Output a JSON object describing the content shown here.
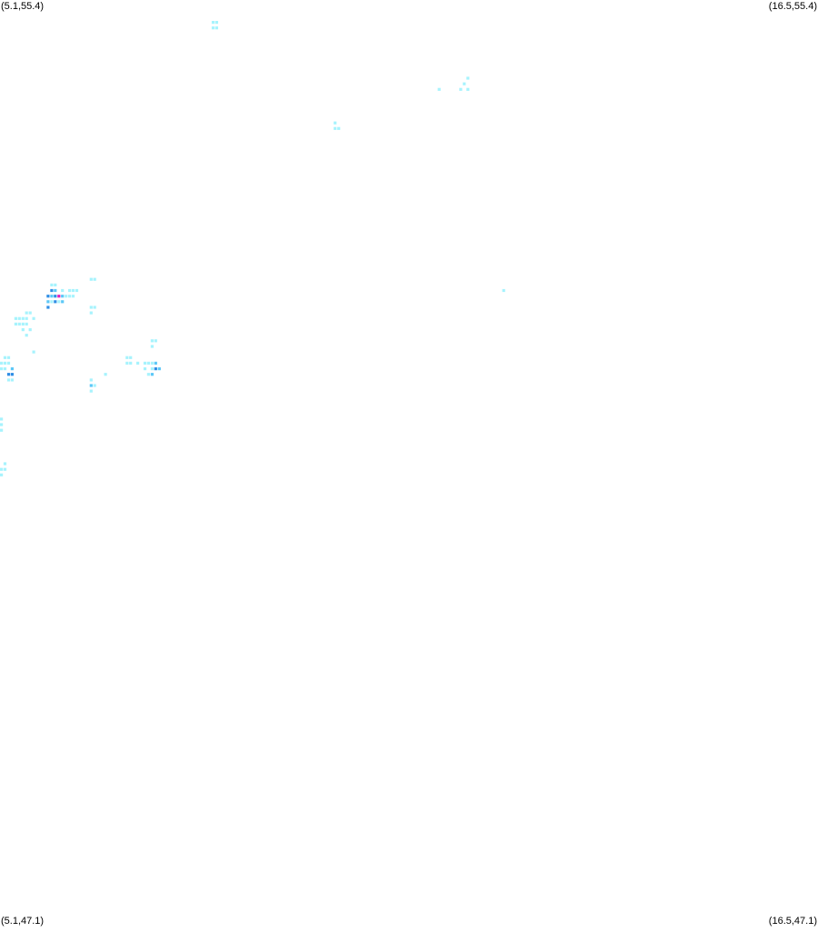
{
  "corners": {
    "top_left": "(5.1,55.4)",
    "top_right": "(16.5,55.4)",
    "bottom_left": "(5.1,47.1)",
    "bottom_right": "(16.5,47.1)"
  },
  "bounds": {
    "lon_min": 5.1,
    "lon_max": 16.5,
    "lat_min": 47.1,
    "lat_max": 55.4
  },
  "cell_deg": 0.05,
  "colors": {
    "low": "#a7f3fd",
    "mid": "#5cc8f7",
    "high": "#2f8ee5",
    "peak": "#e020c0"
  },
  "cells": [
    {
      "lon": 8.05,
      "lat": 55.2,
      "level": "low"
    },
    {
      "lon": 8.1,
      "lat": 55.2,
      "level": "low"
    },
    {
      "lon": 8.05,
      "lat": 55.15,
      "level": "low"
    },
    {
      "lon": 8.1,
      "lat": 55.15,
      "level": "low"
    },
    {
      "lon": 11.6,
      "lat": 54.7,
      "level": "low"
    },
    {
      "lon": 11.55,
      "lat": 54.65,
      "level": "low"
    },
    {
      "lon": 11.6,
      "lat": 54.6,
      "level": "low"
    },
    {
      "lon": 11.5,
      "lat": 54.6,
      "level": "low"
    },
    {
      "lon": 11.2,
      "lat": 54.6,
      "level": "low"
    },
    {
      "lon": 9.75,
      "lat": 54.3,
      "level": "low"
    },
    {
      "lon": 9.75,
      "lat": 54.25,
      "level": "low"
    },
    {
      "lon": 9.8,
      "lat": 54.25,
      "level": "low"
    },
    {
      "lon": 12.1,
      "lat": 52.8,
      "level": "low"
    },
    {
      "lon": 5.8,
      "lat": 52.85,
      "level": "low"
    },
    {
      "lon": 5.85,
      "lat": 52.85,
      "level": "low"
    },
    {
      "lon": 5.8,
      "lat": 52.8,
      "level": "high"
    },
    {
      "lon": 5.85,
      "lat": 52.8,
      "level": "mid"
    },
    {
      "lon": 5.95,
      "lat": 52.8,
      "level": "low"
    },
    {
      "lon": 6.35,
      "lat": 52.9,
      "level": "low"
    },
    {
      "lon": 6.4,
      "lat": 52.9,
      "level": "low"
    },
    {
      "lon": 6.05,
      "lat": 52.8,
      "level": "low"
    },
    {
      "lon": 6.1,
      "lat": 52.8,
      "level": "low"
    },
    {
      "lon": 6.15,
      "lat": 52.8,
      "level": "low"
    },
    {
      "lon": 6.0,
      "lat": 52.75,
      "level": "low"
    },
    {
      "lon": 6.05,
      "lat": 52.75,
      "level": "low"
    },
    {
      "lon": 6.1,
      "lat": 52.75,
      "level": "low"
    },
    {
      "lon": 5.75,
      "lat": 52.75,
      "level": "high"
    },
    {
      "lon": 5.8,
      "lat": 52.75,
      "level": "mid"
    },
    {
      "lon": 5.85,
      "lat": 52.75,
      "level": "high"
    },
    {
      "lon": 5.9,
      "lat": 52.75,
      "level": "peak"
    },
    {
      "lon": 5.95,
      "lat": 52.75,
      "level": "mid"
    },
    {
      "lon": 5.75,
      "lat": 52.7,
      "level": "mid"
    },
    {
      "lon": 5.8,
      "lat": 52.7,
      "level": "low"
    },
    {
      "lon": 5.85,
      "lat": 52.7,
      "level": "high"
    },
    {
      "lon": 5.9,
      "lat": 52.7,
      "level": "low"
    },
    {
      "lon": 5.95,
      "lat": 52.7,
      "level": "mid"
    },
    {
      "lon": 5.75,
      "lat": 52.65,
      "level": "high"
    },
    {
      "lon": 6.35,
      "lat": 52.65,
      "level": "low"
    },
    {
      "lon": 6.4,
      "lat": 52.65,
      "level": "low"
    },
    {
      "lon": 6.35,
      "lat": 52.6,
      "level": "low"
    },
    {
      "lon": 5.45,
      "lat": 52.6,
      "level": "low"
    },
    {
      "lon": 5.5,
      "lat": 52.6,
      "level": "low"
    },
    {
      "lon": 5.3,
      "lat": 52.55,
      "level": "low"
    },
    {
      "lon": 5.35,
      "lat": 52.55,
      "level": "low"
    },
    {
      "lon": 5.4,
      "lat": 52.55,
      "level": "low"
    },
    {
      "lon": 5.45,
      "lat": 52.55,
      "level": "low"
    },
    {
      "lon": 5.55,
      "lat": 52.55,
      "level": "low"
    },
    {
      "lon": 5.3,
      "lat": 52.5,
      "level": "low"
    },
    {
      "lon": 5.35,
      "lat": 52.5,
      "level": "low"
    },
    {
      "lon": 5.4,
      "lat": 52.5,
      "level": "low"
    },
    {
      "lon": 5.45,
      "lat": 52.5,
      "level": "low"
    },
    {
      "lon": 5.4,
      "lat": 52.45,
      "level": "low"
    },
    {
      "lon": 5.5,
      "lat": 52.45,
      "level": "low"
    },
    {
      "lon": 5.45,
      "lat": 52.4,
      "level": "low"
    },
    {
      "lon": 7.2,
      "lat": 52.35,
      "level": "low"
    },
    {
      "lon": 7.25,
      "lat": 52.35,
      "level": "low"
    },
    {
      "lon": 7.2,
      "lat": 52.3,
      "level": "low"
    },
    {
      "lon": 5.55,
      "lat": 52.25,
      "level": "low"
    },
    {
      "lon": 5.15,
      "lat": 52.2,
      "level": "low"
    },
    {
      "lon": 5.2,
      "lat": 52.2,
      "level": "low"
    },
    {
      "lon": 5.1,
      "lat": 52.15,
      "level": "low"
    },
    {
      "lon": 5.15,
      "lat": 52.15,
      "level": "low"
    },
    {
      "lon": 5.2,
      "lat": 52.15,
      "level": "low"
    },
    {
      "lon": 5.1,
      "lat": 52.1,
      "level": "low"
    },
    {
      "lon": 5.15,
      "lat": 52.1,
      "level": "low"
    },
    {
      "lon": 5.25,
      "lat": 52.1,
      "level": "mid"
    },
    {
      "lon": 5.2,
      "lat": 52.05,
      "level": "high"
    },
    {
      "lon": 5.25,
      "lat": 52.05,
      "level": "high"
    },
    {
      "lon": 5.2,
      "lat": 52.0,
      "level": "low"
    },
    {
      "lon": 5.25,
      "lat": 52.0,
      "level": "low"
    },
    {
      "lon": 6.85,
      "lat": 52.2,
      "level": "low"
    },
    {
      "lon": 6.9,
      "lat": 52.2,
      "level": "low"
    },
    {
      "lon": 6.85,
      "lat": 52.15,
      "level": "low"
    },
    {
      "lon": 6.9,
      "lat": 52.15,
      "level": "low"
    },
    {
      "lon": 7.1,
      "lat": 52.15,
      "level": "low"
    },
    {
      "lon": 7.15,
      "lat": 52.15,
      "level": "low"
    },
    {
      "lon": 7.2,
      "lat": 52.15,
      "level": "low"
    },
    {
      "lon": 7.25,
      "lat": 52.15,
      "level": "mid"
    },
    {
      "lon": 7.0,
      "lat": 52.15,
      "level": "low"
    },
    {
      "lon": 7.1,
      "lat": 52.1,
      "level": "low"
    },
    {
      "lon": 7.2,
      "lat": 52.1,
      "level": "low"
    },
    {
      "lon": 7.25,
      "lat": 52.1,
      "level": "high"
    },
    {
      "lon": 7.3,
      "lat": 52.1,
      "level": "mid"
    },
    {
      "lon": 7.15,
      "lat": 52.05,
      "level": "low"
    },
    {
      "lon": 7.2,
      "lat": 52.05,
      "level": "mid"
    },
    {
      "lon": 6.55,
      "lat": 52.05,
      "level": "low"
    },
    {
      "lon": 6.35,
      "lat": 52.0,
      "level": "low"
    },
    {
      "lon": 6.35,
      "lat": 51.95,
      "level": "mid"
    },
    {
      "lon": 6.4,
      "lat": 51.95,
      "level": "low"
    },
    {
      "lon": 6.35,
      "lat": 51.9,
      "level": "low"
    },
    {
      "lon": 5.1,
      "lat": 51.65,
      "level": "low"
    },
    {
      "lon": 5.1,
      "lat": 51.6,
      "level": "low"
    },
    {
      "lon": 5.1,
      "lat": 51.55,
      "level": "low"
    },
    {
      "lon": 5.15,
      "lat": 51.25,
      "level": "low"
    },
    {
      "lon": 5.1,
      "lat": 51.2,
      "level": "low"
    },
    {
      "lon": 5.15,
      "lat": 51.2,
      "level": "low"
    },
    {
      "lon": 5.1,
      "lat": 51.15,
      "level": "low"
    }
  ]
}
